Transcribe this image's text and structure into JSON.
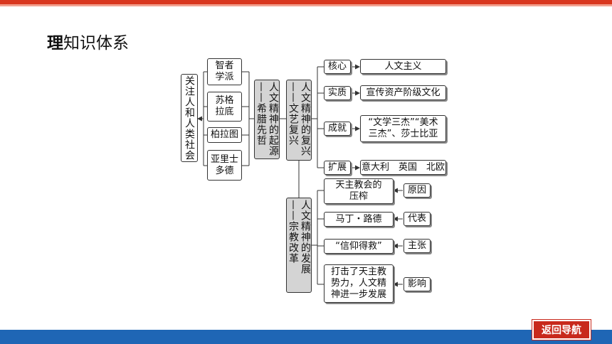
{
  "title": {
    "first_char": "理",
    "rest": "知识体系"
  },
  "nav_button": "返回导航",
  "diagram": {
    "root": "关注人和人类社会",
    "greek_philosophers": [
      "智者学派",
      "苏格拉底",
      "柏拉图",
      "亚里士多德"
    ],
    "origin": "人文精神的起源——希腊先哲",
    "renaissance": "人文精神的复兴——文艺复兴",
    "reformation": "人文精神的发展——宗教改革",
    "renaissance_items": [
      {
        "label": "核心",
        "value": "人文主义"
      },
      {
        "label": "实质",
        "value": "宣传资产阶级文化"
      },
      {
        "label": "成就",
        "value": "“文学三杰”“美术三杰”、莎士比亚"
      },
      {
        "label": "扩展",
        "value": "意大利　英国　北欧"
      }
    ],
    "reformation_items": [
      {
        "label": "原因",
        "value": "天主教会的压榨"
      },
      {
        "label": "代表",
        "value": "马丁・路德"
      },
      {
        "label": "主张",
        "value": "“信仰得救”"
      },
      {
        "label": "影响",
        "value": "打击了天主教势力，人文精神进一步发展"
      }
    ]
  }
}
